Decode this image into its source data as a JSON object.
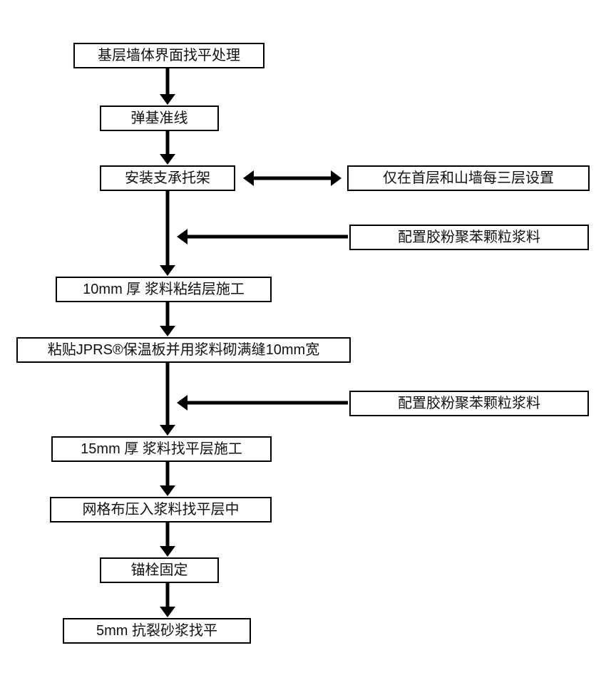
{
  "diagram": {
    "type": "flowchart",
    "main_flow": [
      {
        "id": "step-1",
        "label": "基层墙体界面找平处理"
      },
      {
        "id": "step-2",
        "label": "弹基准线"
      },
      {
        "id": "step-3",
        "label": "安装支承托架"
      },
      {
        "id": "step-4",
        "label": "10mm 厚 浆料粘结层施工"
      },
      {
        "id": "step-5",
        "label": "粘贴JPRS®保温板并用浆料砌满缝10mm宽"
      },
      {
        "id": "step-6",
        "label": "15mm 厚 浆料找平层施工"
      },
      {
        "id": "step-7",
        "label": "网格布压入浆料找平层中"
      },
      {
        "id": "step-8",
        "label": "锚栓固定"
      },
      {
        "id": "step-9",
        "label": "5mm 抗裂砂浆找平"
      }
    ],
    "side_notes": [
      {
        "id": "note-1",
        "label": "仅在首层和山墙每三层设置",
        "connector": "double-headed-arrow",
        "attached_to": "安装支承托架"
      },
      {
        "id": "note-2",
        "label": "配置胶粉聚苯颗粒浆料",
        "connector": "left-arrow",
        "attached_between": [
          "安装支承托架",
          "10mm 厚 浆料粘结层施工"
        ]
      },
      {
        "id": "note-3",
        "label": "配置胶粉聚苯颗粒浆料",
        "connector": "left-arrow",
        "attached_between": [
          "粘贴JPRS®保温板并用浆料砌满缝10mm宽",
          "15mm 厚 浆料找平层施工"
        ]
      }
    ],
    "colors": {
      "background": "#ffffff",
      "box_fill": "#ffffff",
      "box_border": "#000000",
      "arrow": "#000000",
      "text": "#111111"
    }
  }
}
